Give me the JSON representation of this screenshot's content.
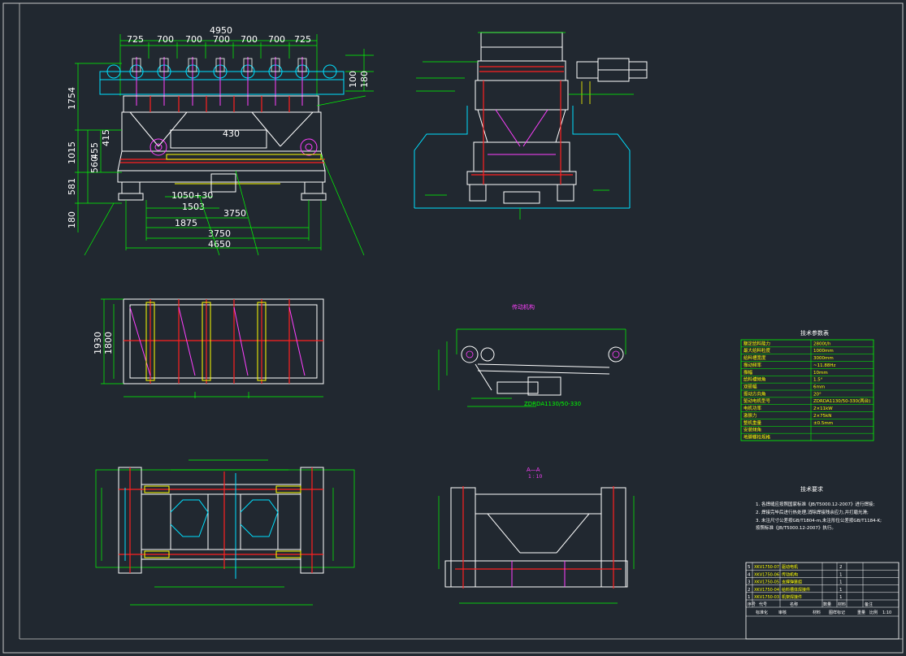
{
  "colors": {
    "background": "#212830",
    "line": "#ffffff",
    "dimension": "#00ff00",
    "part": "#ff2020",
    "centerline": "#ff3030",
    "accent_magenta": "#ff40ff",
    "accent_cyan": "#00e0ff",
    "accent_yellow": "#ffff00",
    "text": "#ffffff"
  },
  "front_view": {
    "top_dims": [
      "725",
      "700",
      "700",
      "700",
      "700",
      "700",
      "725"
    ],
    "overall_top": "4950",
    "left_dims": [
      "1754",
      "1015",
      "415",
      "455",
      "560",
      "581",
      "180"
    ],
    "right_dims": [
      "100",
      "180"
    ],
    "center_dim": "430",
    "bottom_dims": [
      "1050+30",
      "1503",
      "1875",
      "3750",
      "3750",
      "4650"
    ]
  },
  "plan_view": {
    "side_dims": [
      "1930",
      "1800"
    ]
  },
  "drive_detail": {
    "caption": "传动机构",
    "label": "ZDRDA1130/50-330"
  },
  "section": {
    "title": "A—A",
    "scale": "1 : 10"
  },
  "tech_params": {
    "title": "技术参数表",
    "rows": [
      {
        "name": "额定给料能力",
        "value": "2800t/h"
      },
      {
        "name": "最大给料粒度",
        "value": "1000mm"
      },
      {
        "name": "给料槽宽度",
        "value": "3000mm"
      },
      {
        "name": "振动频率",
        "value": "~11.88Hz"
      },
      {
        "name": "振幅",
        "value": "10mm"
      },
      {
        "name": "给料槽倾角",
        "value": "1.5°"
      },
      {
        "name": "双振幅",
        "value": "6mm"
      },
      {
        "name": "振动方向角",
        "value": "20°"
      },
      {
        "name": "驱动电机型号",
        "value": "ZDRDA1130/50-330(两台)"
      },
      {
        "name": "电机功率",
        "value": "2×11kW"
      },
      {
        "name": "激振力",
        "value": "2×75kN"
      },
      {
        "name": "整机重量",
        "value": "±0.5mm"
      },
      {
        "name": "安装倾角",
        "value": ""
      },
      {
        "name": "地脚螺栓规格",
        "value": ""
      }
    ]
  },
  "tech_requirements": {
    "title": "技术要求",
    "lines": [
      "1. 各焊缝应按照国家标准《JB/T5000.12-2007》进行焊接;",
      "2. 焊接完毕后进行热处理,消除焊接残余应力,并打磨光滑;",
      "3. 未注尺寸公差按GB/T1804-m,未注形位公差按GB/T1184-K;",
      "   按照标准《JB/T5000.12-2007》执行。"
    ]
  },
  "title_block": {
    "rows": [
      {
        "no": "5",
        "code": "XKV1750-07",
        "name": "驱动电机",
        "qty": "2"
      },
      {
        "no": "4",
        "code": "XKV1750-06",
        "name": "传动机构",
        "qty": "1"
      },
      {
        "no": "3",
        "code": "XKV1750-05",
        "name": "支撑弹簧组",
        "qty": "1"
      },
      {
        "no": "2",
        "code": "XKV1750-04",
        "name": "给料槽体焊接件",
        "qty": "1"
      },
      {
        "no": "1",
        "code": "XKV1750-03",
        "name": "机架焊接件",
        "qty": "1"
      }
    ],
    "header": [
      "序号",
      "代号",
      "名称",
      "数量",
      "材料",
      "备注"
    ],
    "footer": [
      "标准化",
      "审核",
      "材料",
      "图样标记",
      "重量",
      "比例"
    ],
    "scale": "1:10"
  }
}
